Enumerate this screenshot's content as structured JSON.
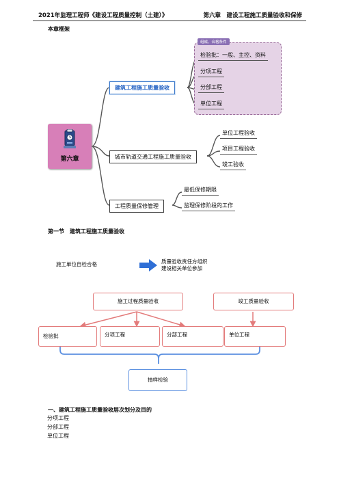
{
  "header": {
    "left": "2021年监理工程师《建设工程质量控制（土建）》",
    "right": "第六章　建设工程施工质量验收和保修"
  },
  "framework_title": "本章框架",
  "mindmap": {
    "center": "第六章",
    "center_icon": "document-stamp-icon",
    "branches": [
      {
        "label": "建筑工程施工质量验收",
        "tag": "组成、合格条件",
        "children": [
          "检验批：一般、主控、资料",
          "分项工程",
          "分部工程",
          "单位工程"
        ]
      },
      {
        "label": "城市轨道交通工程施工质量验收",
        "children": [
          "单位工程验收",
          "项目工程验收",
          "竣工验收"
        ]
      },
      {
        "label": "工程质量保修管理",
        "children": [
          "最低保修期限",
          "监理保修阶段的工作"
        ]
      }
    ]
  },
  "section1_title": "第一节　建筑工程施工质量验收",
  "flow": {
    "left_text": "施工单位自检合格",
    "right_line1": "质量验收责任方组织",
    "right_line2": "建设相关单位参加",
    "process_box": "施工过程质量验收",
    "final_box": "竣工质量验收",
    "items": [
      "检验批",
      "分项工程",
      "分部工程",
      "单位工程"
    ],
    "bottom_box": "抽样检验",
    "colors": {
      "red": "#e37b7b",
      "blue": "#5a8fe0",
      "arrow": "#2f6fd6"
    }
  },
  "section_h1": "一、建筑工程施工质量验收层次划分及目的",
  "list": [
    "分项工程",
    "分部工程",
    "单位工程"
  ]
}
